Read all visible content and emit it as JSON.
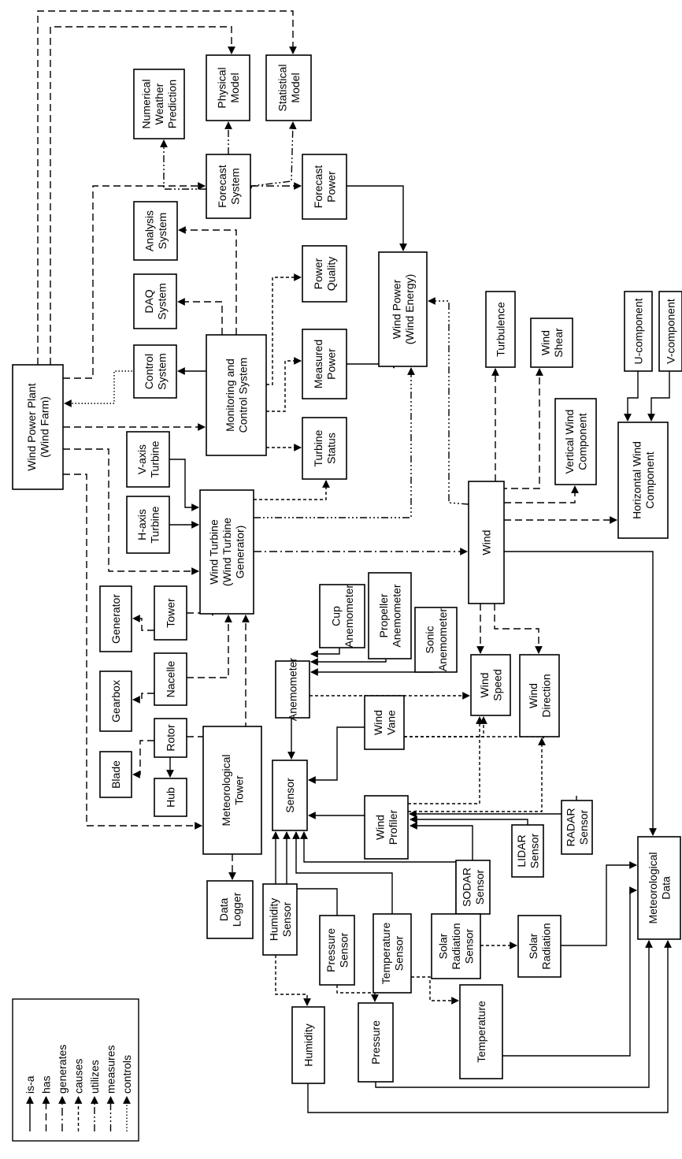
{
  "nodes": {
    "wind_power_plant": "Wind Power Plant\n(Wind Farm)",
    "numerical_weather_prediction": "Numerical\nWeather\nPrediction",
    "physical_model": "Physical\nModel",
    "statistical_model": "Statistical\nModel",
    "forecast_system": "Forecast\nSystem",
    "forecast_power": "Forecast\nPower",
    "analysis_system": "Analysis\nSystem",
    "daq_system": "DAQ\nSystem",
    "control_system": "Control\nSystem",
    "monitoring_control": "Monitoring and\nControl System",
    "power_quality": "Power\nQuality",
    "measured_power": "Measured\nPower",
    "wind_power": "Wind Power\n(Wind Energy)",
    "turbine_status": "Turbine\nStatus",
    "v_axis_turbine": "V-axis\nTurbine",
    "h_axis_turbine": "H-axis\nTurbine",
    "wind_turbine": "Wind Turbine\n(Wind Turbine\nGenerator)",
    "turbulence": "Turbulence",
    "wind_shear": "Wind\nShear",
    "u_component": "U-component",
    "v_component": "V-component",
    "vertical_wind_component": "Vertical Wind\nComponent",
    "horizontal_wind_component": "Horizontal Wind\nComponent",
    "wind": "Wind",
    "generator": "Generator",
    "tower": "Tower",
    "nacelle": "Nacelle",
    "gearbox": "Gearbox",
    "rotor": "Rotor",
    "blade": "Blade",
    "hub": "Hub",
    "cup_anemometer": "Cup\nAnemometer",
    "propeller_anemometer": "Propeller\nAnemometer",
    "sonic_anemometer": "Sonic\nAnemometer",
    "anemometer": "Anemometer",
    "wind_speed": "Wind\nSpeed",
    "wind_direction": "Wind\nDirection",
    "wind_vane": "Wind\nVane",
    "meteorological_tower": "Meteorological\nTower",
    "sensor": "Sensor",
    "wind_profiler": "Wind\nProfiler",
    "radar_sensor": "RADAR\nSensor",
    "lidar_sensor": "LIDAR\nSensor",
    "sodar_sensor": "SODAR\nSensor",
    "data_logger": "Data\nLogger",
    "humidity_sensor": "Humidity\nSensor",
    "pressure_sensor": "Pressure\nSensor",
    "temperature_sensor": "Temperature\nSensor",
    "solar_radiation_sensor": "Solar\nRadiation\nSensor",
    "solar_radiation": "Solar\nRadiation",
    "meteorological_data": "Meteorological\nData",
    "temperature": "Temperature",
    "humidity": "Humidity",
    "pressure": "Pressure"
  },
  "legend": [
    {
      "label": "is-a",
      "style": "isa"
    },
    {
      "label": "has",
      "style": "has"
    },
    {
      "label": "generates",
      "style": "gen"
    },
    {
      "label": "causes",
      "style": "cau"
    },
    {
      "label": "utilizes",
      "style": "uti"
    },
    {
      "label": "measures",
      "style": "mea"
    },
    {
      "label": "controls",
      "style": "con"
    }
  ]
}
